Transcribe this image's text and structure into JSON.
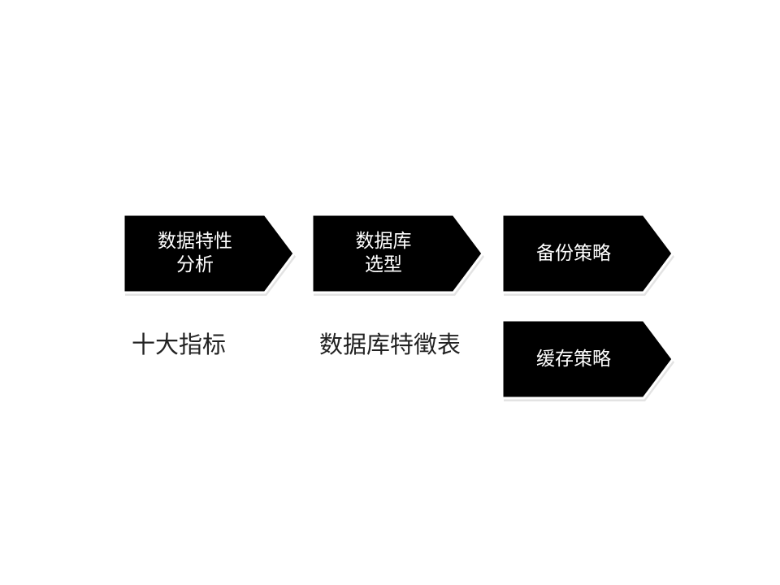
{
  "steps": [
    {
      "lines": [
        "数据特性",
        "分析"
      ]
    },
    {
      "lines": [
        "数据库",
        "选型"
      ]
    },
    {
      "lines": [
        "备份策略"
      ]
    },
    {
      "lines": [
        "缓存策略"
      ]
    }
  ],
  "captions": [
    "十大指标",
    "数据库特徵表"
  ],
  "colors": {
    "arrow_fill": "#000000",
    "arrow_outline": "#ffffff",
    "caption_text": "#222222",
    "background": "#ffffff"
  }
}
